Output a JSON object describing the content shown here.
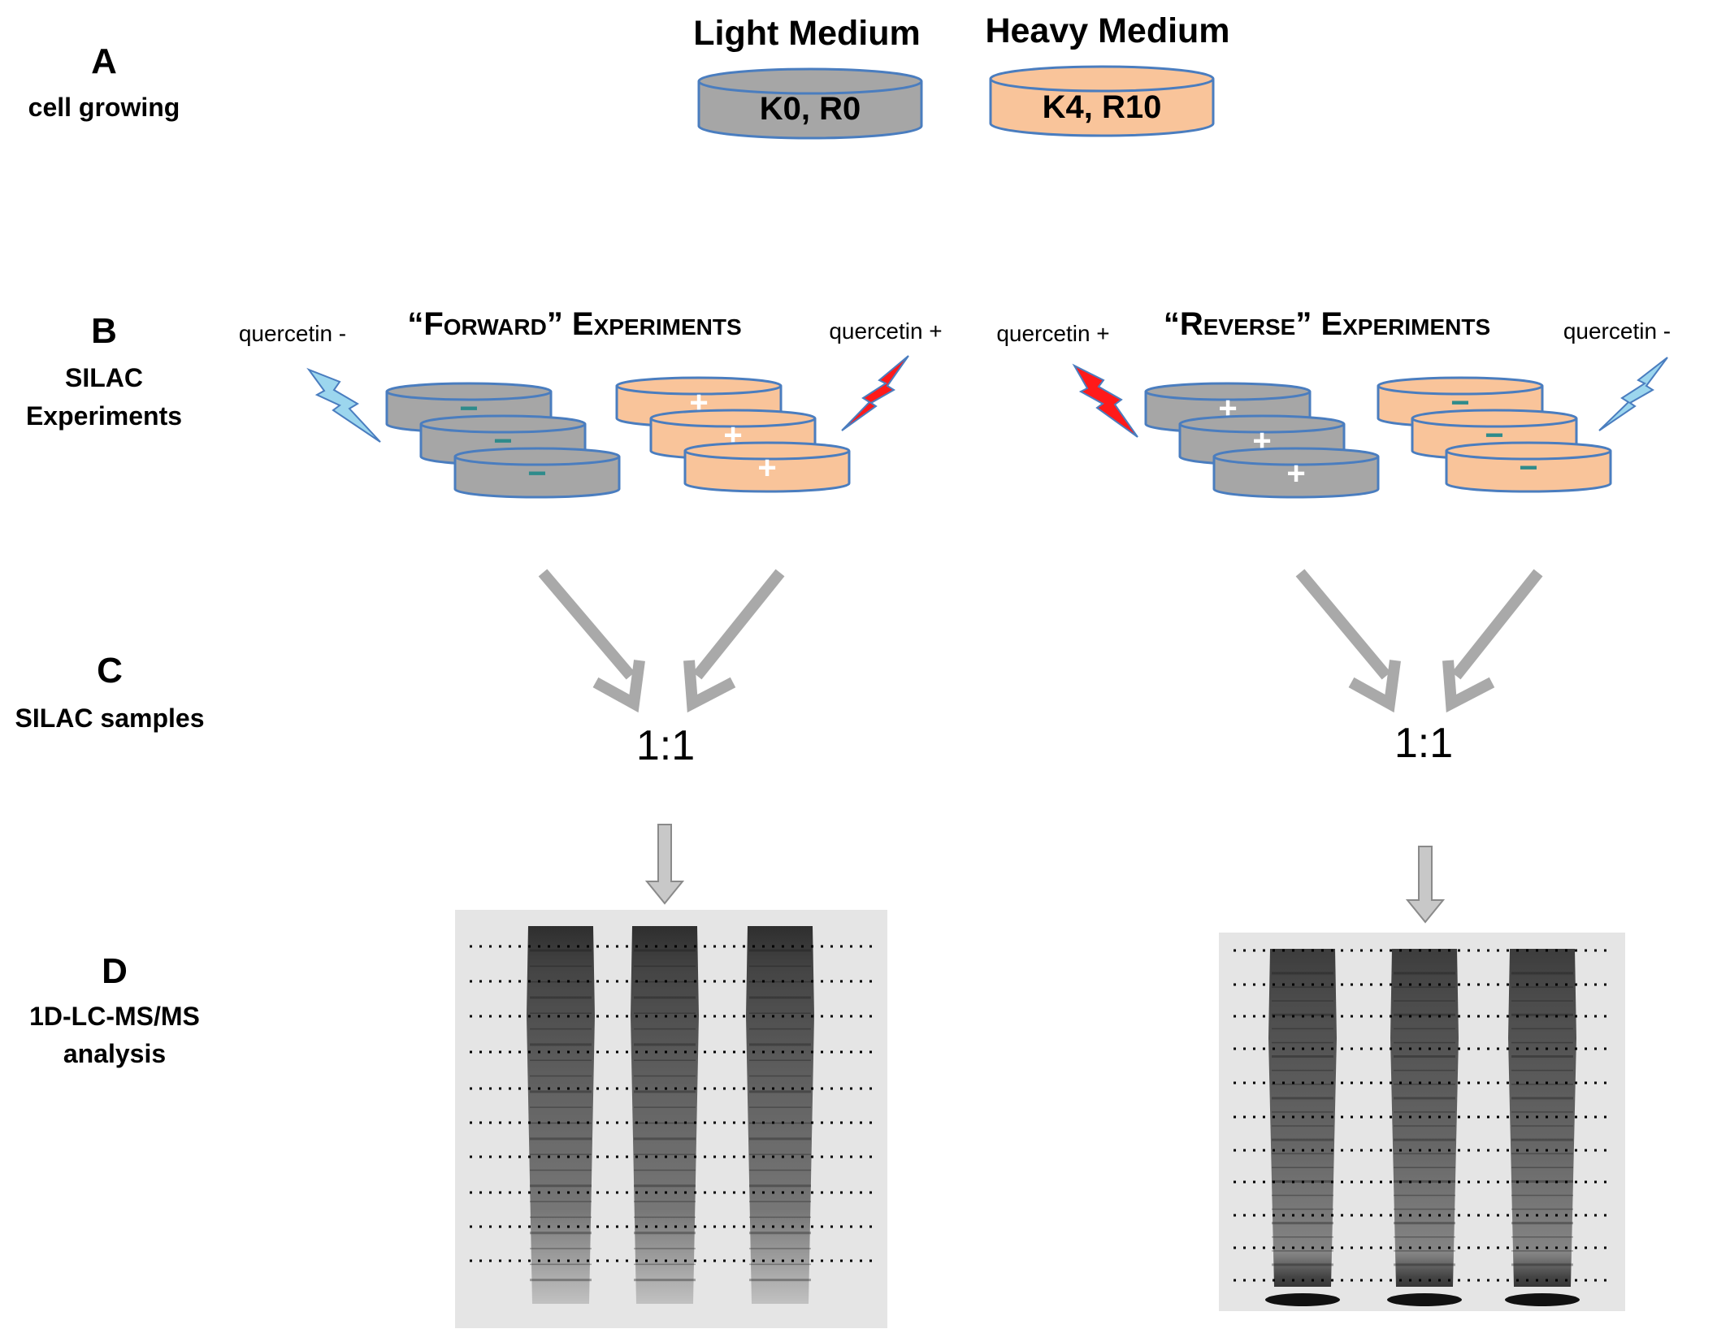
{
  "steps": [
    {
      "letter": "A",
      "lines": [
        "cell growing"
      ]
    },
    {
      "letter": "B",
      "lines": [
        "SILAC",
        "Experiments"
      ]
    },
    {
      "letter": "C",
      "lines": [
        "SILAC samples"
      ]
    },
    {
      "letter": "D",
      "lines": [
        "1D-LC-MS/MS",
        "analysis"
      ]
    }
  ],
  "media": {
    "light": {
      "title": "Light Medium",
      "label": "K0, R0",
      "color": "#a6a6a6"
    },
    "heavy": {
      "title": "Heavy Medium",
      "label": "K4, R10",
      "color": "#f9c49a"
    }
  },
  "experiments": {
    "forward": {
      "title": "“Forward” Experiments",
      "left_label": "quercetin -",
      "right_label": "quercetin +",
      "left_signs": [
        "−",
        "−",
        "−"
      ],
      "right_signs": [
        "+",
        "+",
        "+"
      ]
    },
    "reverse": {
      "title": "“Reverse” Experiments",
      "left_label": "quercetin +",
      "right_label": "quercetin -",
      "left_signs": [
        "+",
        "+",
        "+"
      ],
      "right_signs": [
        "−",
        "−",
        "−"
      ]
    }
  },
  "ratio": {
    "forward": "1:1",
    "reverse": "1:1"
  },
  "colors": {
    "dish_outline": "#4a7dbf",
    "minus_sign": "#2e8b8b",
    "plus_sign": "#ffffff",
    "bolt_blue": "#9cd6ee",
    "bolt_red": "#ff1a1a",
    "arrow_gray": "#a9a9a9"
  },
  "icons": [
    "lightning-bolt-icon",
    "arrow-down-icon"
  ]
}
